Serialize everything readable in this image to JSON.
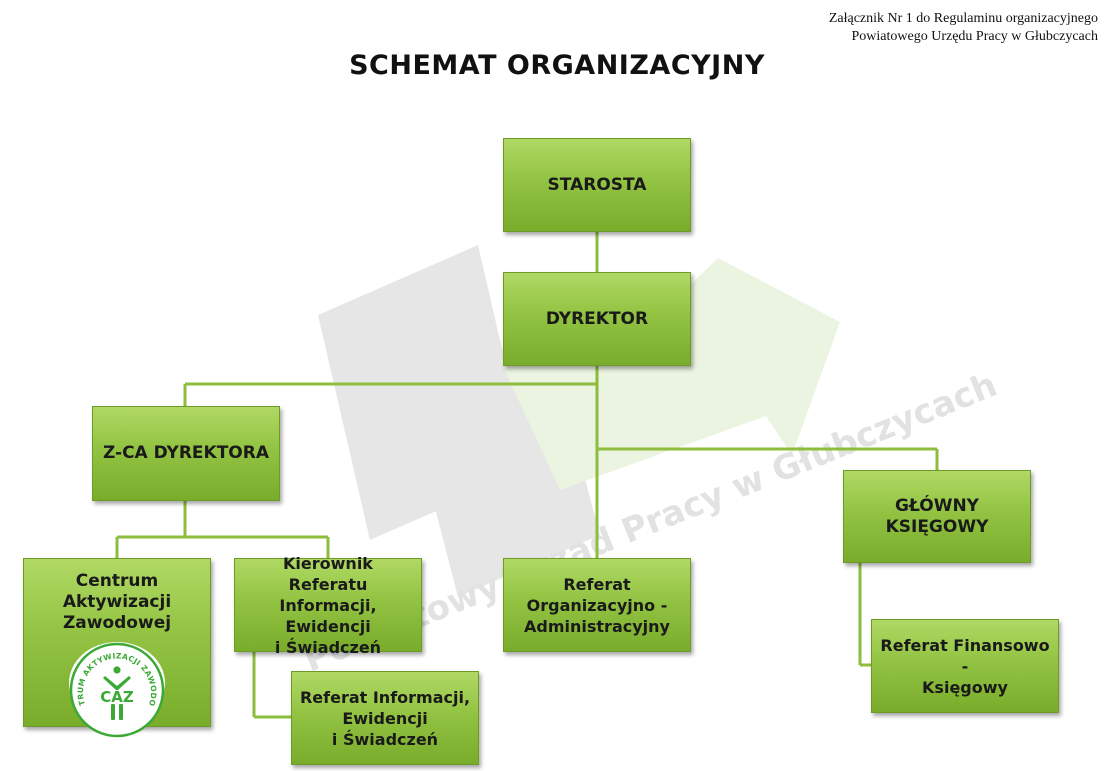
{
  "header": {
    "annex_line1": "Załącznik Nr 1 do Regulaminu organizacyjnego",
    "annex_line2": "Powiatowego Urzędu Pracy w Głubczycach"
  },
  "title": "SCHEMAT ORGANIZACYJNY",
  "watermark": {
    "text": "Powiatowy Urząd Pracy w Głubczycach"
  },
  "colors": {
    "box_fill": "#92c342",
    "box_border": "#6e9a2a",
    "connector": "#8cbd3c",
    "logo_green": "#3aa935"
  },
  "nodes": {
    "starosta": {
      "line1": "STAROSTA"
    },
    "dyrektor": {
      "line1": "DYREKTOR"
    },
    "zca": {
      "line1": "Z-CA DYREKTORA"
    },
    "glowny": {
      "line1": "GŁÓWNY KSIĘGOWY"
    },
    "caz": {
      "line1": "Centrum Aktywizacji",
      "line2": "Zawodowej"
    },
    "kierownik": {
      "line1": "Kierownik Referatu",
      "line2": "Informacji, Ewidencji",
      "line3": "i Świadczeń"
    },
    "org": {
      "line1": "Referat",
      "line2": "Organizacyjno -",
      "line3": "Administracyjny"
    },
    "fin": {
      "line1": "Referat Finansowo -",
      "line2": "Księgowy"
    },
    "inf": {
      "line1": "Referat Informacji,",
      "line2": "Ewidencji",
      "line3": "i Świadczeń"
    }
  },
  "logo": {
    "abbr": "CAZ",
    "ring_text": "CENTRUM AKTYWIZACJI ZAWODOWEJ"
  }
}
